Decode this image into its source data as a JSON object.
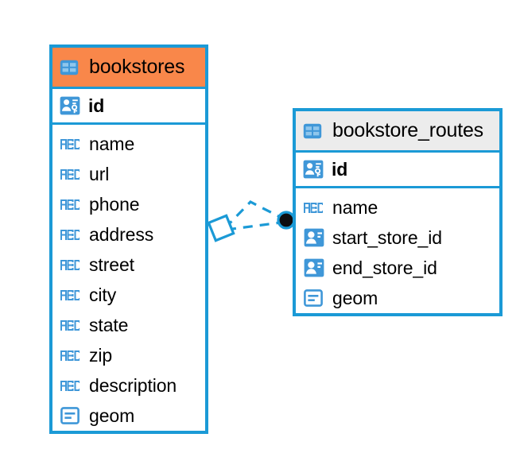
{
  "diagram": {
    "type": "er-diagram",
    "colors": {
      "accent": "#1b9ad6",
      "header_highlight": "#F9874A",
      "header_default": "#ececec",
      "icon_blue": "#3f97d8",
      "text": "#000000",
      "background": "#ffffff"
    },
    "entities": [
      {
        "name": "bookstores",
        "header_style": "orange",
        "title_icon": "table-icon",
        "primary_key": {
          "label": "id",
          "icon": "primary-key-icon"
        },
        "fields": [
          {
            "label": "name",
            "icon": "text-type-icon"
          },
          {
            "label": "url",
            "icon": "text-type-icon"
          },
          {
            "label": "phone",
            "icon": "text-type-icon"
          },
          {
            "label": "address",
            "icon": "text-type-icon"
          },
          {
            "label": "street",
            "icon": "text-type-icon"
          },
          {
            "label": "city",
            "icon": "text-type-icon"
          },
          {
            "label": "state",
            "icon": "text-type-icon"
          },
          {
            "label": "zip",
            "icon": "text-type-icon"
          },
          {
            "label": "description",
            "icon": "text-type-icon"
          },
          {
            "label": "geom",
            "icon": "geometry-type-icon"
          }
        ]
      },
      {
        "name": "bookstore_routes",
        "header_style": "gray",
        "title_icon": "table-icon",
        "primary_key": {
          "label": "id",
          "icon": "primary-key-icon"
        },
        "fields": [
          {
            "label": "name",
            "icon": "text-type-icon"
          },
          {
            "label": "start_store_id",
            "icon": "foreign-key-icon"
          },
          {
            "label": "end_store_id",
            "icon": "foreign-key-icon"
          },
          {
            "label": "geom",
            "icon": "geometry-type-icon"
          }
        ]
      }
    ],
    "relationship": {
      "source_entity": "bookstores",
      "target_entity": "bookstore_routes",
      "source_marker": "diamond-endpoint",
      "target_marker": "filled-circle-endpoint",
      "line_style": "dashed"
    }
  }
}
